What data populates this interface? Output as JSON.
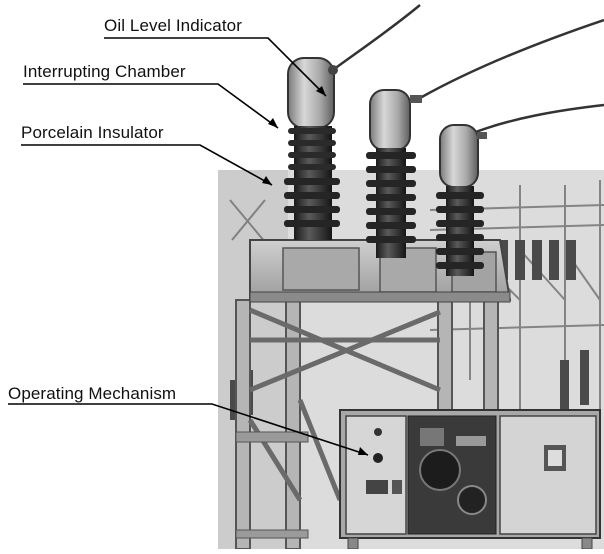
{
  "labels": {
    "oil_level_indicator": "Oil Level Indicator",
    "interrupting_chamber": "Interrupting Chamber",
    "porcelain_insulator": "Porcelain Insulator",
    "operating_mechanism": "Operating Mechanism"
  },
  "colors": {
    "sky": "#f4f4f4",
    "steel_light": "#cfcfcf",
    "steel_mid": "#9a9a9a",
    "steel_dark": "#5a5a5a",
    "porcelain": "#2e2e2e",
    "ink": "#111111"
  }
}
